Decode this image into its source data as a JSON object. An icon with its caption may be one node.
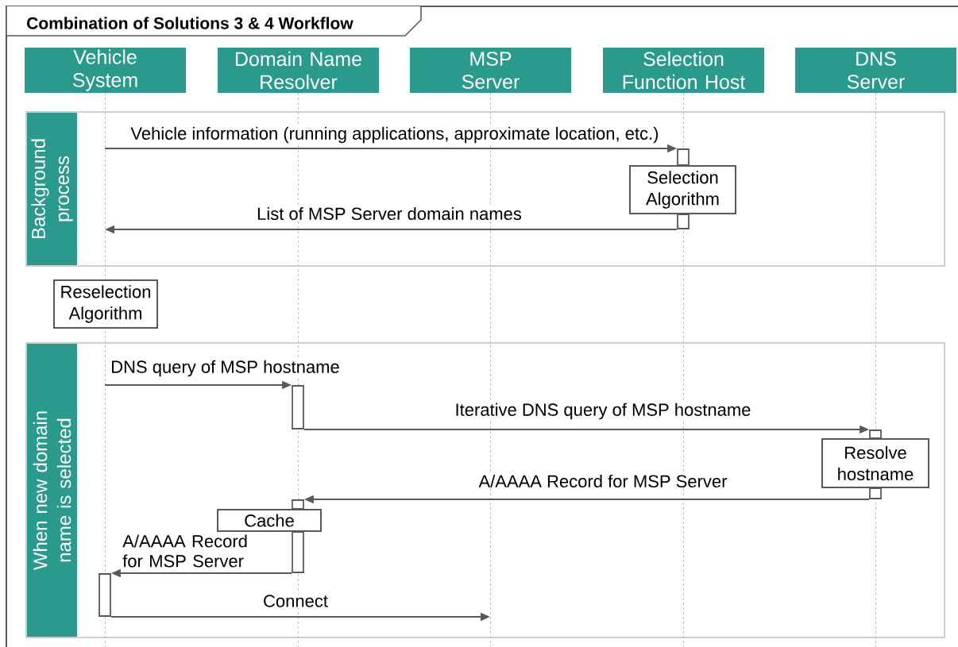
{
  "diagram": {
    "title": "Combination of Solutions 3 & 4 Workflow",
    "nodes": [
      {
        "text": [
          "Vehicle System"
        ]
      },
      {
        "text": [
          "Domain Name Resolver"
        ]
      },
      {
        "text": [
          "MSP Server"
        ]
      },
      {
        "text": [
          "Selection Function Host"
        ]
      },
      {
        "text": [
          "DNS Server"
        ]
      },
      {
        "text": [
          "Background process"
        ]
      },
      {
        "text": [],
        "shape": "bar",
        "in": 5
      },
      {
        "text": [
          "Selection Algorithm"
        ],
        "in": 5
      },
      {
        "text": [],
        "shape": "bar",
        "in": 5
      },
      {
        "text": [
          "Reselection Algorithm"
        ]
      },
      {
        "text": [
          "When new domain name is selected"
        ]
      },
      {
        "text": [],
        "shape": "bar",
        "in": 10
      },
      {
        "text": [],
        "shape": "bar",
        "in": 10
      },
      {
        "text": [
          "Resolve hostname"
        ],
        "in": 10
      },
      {
        "text": [],
        "shape": "bar",
        "in": 10
      },
      {
        "text": [],
        "shape": "bar",
        "in": 10
      },
      {
        "text": [
          "Cache"
        ],
        "in": 10
      },
      {
        "text": [],
        "shape": "bar",
        "in": 10
      },
      {
        "text": [],
        "shape": "bar",
        "in": 10
      }
    ],
    "edges": [
      {
        "from": null,
        "to": 6,
        "arrow": "to",
        "label": "Vehicle information (running applications, approximate location, etc.)"
      },
      {
        "from": 8,
        "to": null,
        "arrow": "to",
        "label": "List of MSP Server domain names"
      },
      {
        "from": null,
        "to": 11,
        "arrow": "to",
        "label": "DNS query of MSP hostname"
      },
      {
        "from": 11,
        "to": 12,
        "arrow": "to",
        "label": "Iterative DNS query of MSP hostname"
      },
      {
        "from": 14,
        "to": 15,
        "arrow": "to",
        "label": "A/AAAA Record for MSP Server"
      },
      {
        "from": 17,
        "to": 18,
        "arrow": "to",
        "label": "A/AAAA Record for MSP Server"
      },
      {
        "from": 18,
        "to": null,
        "arrow": "to",
        "label": "Connect"
      }
    ]
  }
}
